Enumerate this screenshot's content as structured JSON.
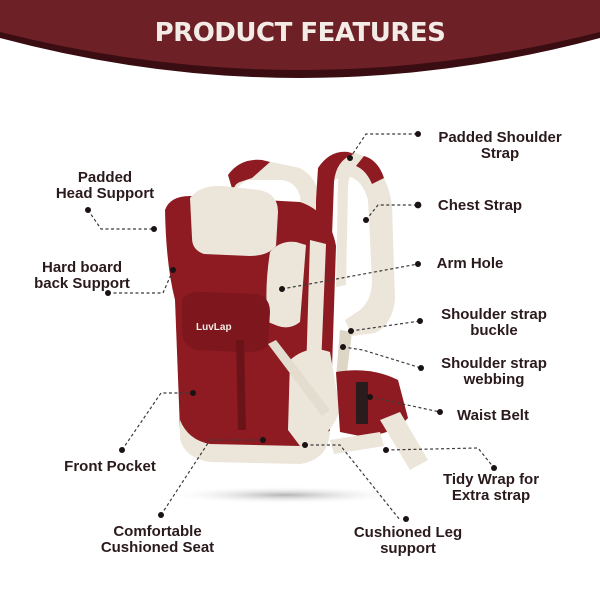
{
  "banner": {
    "title": "PRODUCT FEATURES",
    "color": "#6e2027",
    "shadow_color": "#3a0d12",
    "text_color": "#f3ebe6"
  },
  "product": {
    "brand": "LuvLap",
    "type": "baby-carrier",
    "primary_color": "#8e1b22",
    "secondary_color": "#ece6da"
  },
  "features": {
    "padded_head_support": {
      "line1": "Padded",
      "line2": "Head Support"
    },
    "hard_board_back_support": {
      "line1": "Hard board",
      "line2": "back Support"
    },
    "front_pocket": {
      "line1": "Front Pocket"
    },
    "comfortable_cushioned_seat": {
      "line1": "Comfortable",
      "line2": "Cushioned Seat"
    },
    "padded_shoulder_strap": {
      "line1": "Padded Shoulder",
      "line2": "Strap"
    },
    "chest_strap": {
      "line1": "Chest Strap"
    },
    "arm_hole": {
      "line1": "Arm Hole"
    },
    "shoulder_strap_buckle": {
      "line1": "Shoulder strap",
      "line2": "buckle"
    },
    "shoulder_strap_webbing": {
      "line1": "Shoulder strap",
      "line2": "webbing"
    },
    "waist_belt": {
      "line1": "Waist Belt"
    },
    "tidy_wrap": {
      "line1": "Tidy Wrap for",
      "line2": "Extra strap"
    },
    "cushioned_leg_support": {
      "line1": "Cushioned Leg",
      "line2": "support"
    }
  },
  "label_color": "#2a1a1c"
}
